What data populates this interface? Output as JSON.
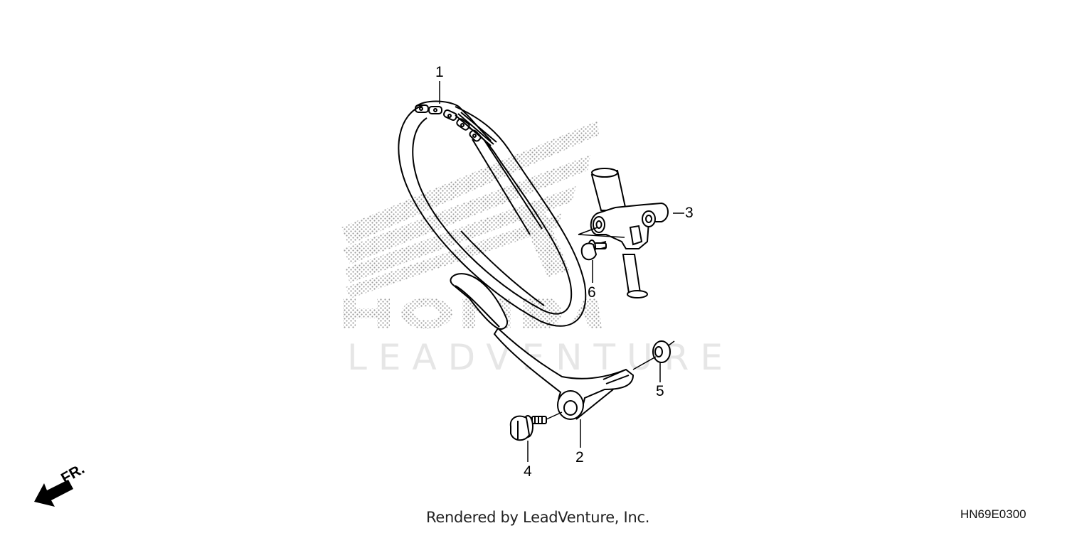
{
  "diagram": {
    "type": "exploded-parts-diagram",
    "subject": "Cam chain and tensioner assembly",
    "diagram_code": "HN69E0300",
    "footer_credit": "Rendered by LeadVenture, Inc.",
    "watermark": {
      "brand_logo": "wing-logo-dotted",
      "brand_text": "HONDA",
      "overlay_text": "LEADVENTURE"
    },
    "orientation_marker": {
      "label": "FR.",
      "icon": "arrow-front-icon",
      "direction": "down-left"
    },
    "callouts": [
      {
        "number": "1",
        "part": "cam-chain"
      },
      {
        "number": "2",
        "part": "tensioner-arm"
      },
      {
        "number": "3",
        "part": "tensioner-lifter"
      },
      {
        "number": "4",
        "part": "flange-bolt"
      },
      {
        "number": "5",
        "part": "washer"
      },
      {
        "number": "6",
        "part": "flange-bolt-small"
      }
    ]
  },
  "colors": {
    "line": "#000000",
    "background": "#ffffff",
    "watermark_dots": "#9a9a9a",
    "watermark_text": "#e6e6e6"
  }
}
